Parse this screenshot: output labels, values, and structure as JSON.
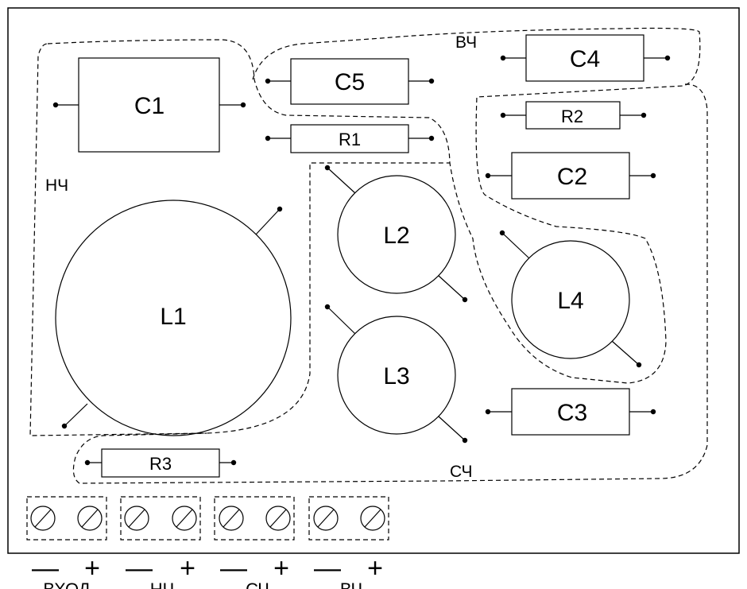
{
  "components": {
    "c1": "C1",
    "c2": "C2",
    "c3": "C3",
    "c4": "C4",
    "c5": "C5",
    "r1": "R1",
    "r2": "R2",
    "r3": "R3",
    "l1": "L1",
    "l2": "L2",
    "l3": "L3",
    "l4": "L4"
  },
  "zones": {
    "lf": "НЧ",
    "mf": "СЧ",
    "hf": "ВЧ"
  },
  "terminals": [
    {
      "minus": "—",
      "plus": "+",
      "label": "ВХОД"
    },
    {
      "minus": "—",
      "plus": "+",
      "label": "НЧ"
    },
    {
      "minus": "—",
      "plus": "+",
      "label": "СЧ"
    },
    {
      "minus": "—",
      "plus": "+",
      "label": "ВЧ"
    }
  ],
  "colors": {
    "line": "#000000",
    "background": "#ffffff"
  }
}
